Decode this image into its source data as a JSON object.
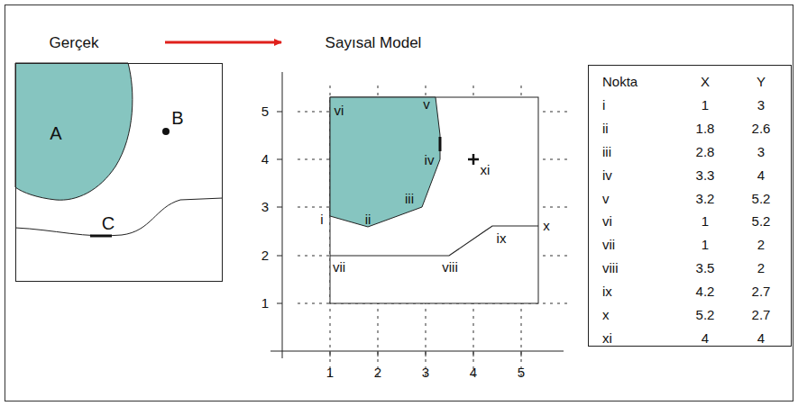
{
  "diagram": {
    "nodes": [
      {
        "text": [
          "A",
          "B",
          "C"
        ]
      },
      {
        "text": [
          "Nokta",
          "X",
          "Y",
          "i",
          "1",
          "3",
          "ii",
          "1.8",
          "2.6",
          "iii",
          "2.8",
          "3",
          "iv",
          "3.3",
          "4",
          "v",
          "3.2",
          "5.2",
          "vi",
          "1",
          "5.2",
          "vii",
          "1",
          "2",
          "viii",
          "3.5",
          "2",
          "ix",
          "4.2",
          "2.7",
          "x",
          "5.2",
          "2.7",
          "xi",
          "4",
          "4"
        ]
      }
    ],
    "labels": [
      "Gerçek",
      "Sayısal Model",
      "5",
      "4",
      "3",
      "2",
      "1",
      "1",
      "2",
      "3",
      "4",
      "5",
      "vi",
      "v",
      "iv",
      "xi",
      "iii",
      "i",
      "ii",
      "x",
      "ix",
      "vii",
      "viii"
    ]
  }
}
